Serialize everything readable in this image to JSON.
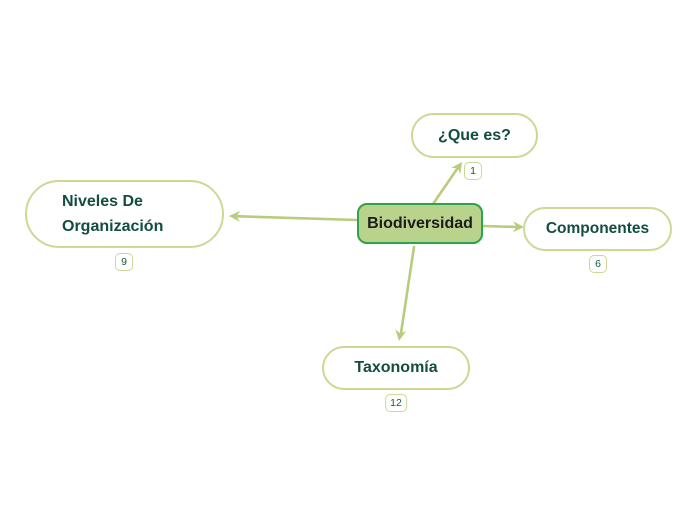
{
  "mindmap": {
    "central": {
      "label": "Biodiversidad"
    },
    "branches": [
      {
        "id": "que-es",
        "label": "¿Que es?",
        "badge": "1"
      },
      {
        "id": "niveles",
        "label": "Niveles De Organización",
        "badge": "9"
      },
      {
        "id": "componentes",
        "label": "Componentes",
        "badge": "6"
      },
      {
        "id": "taxonomia",
        "label": "Taxonomía",
        "badge": "12"
      }
    ]
  },
  "colors": {
    "central_fill": "#b9d28c",
    "central_border": "#2ca34c",
    "central_text": "#1c1c1c",
    "node_fill": "#ffffff",
    "node_border": "#cbd995",
    "node_text": "#124d40",
    "badge_text": "#14584a",
    "link": "#b8cc7d"
  }
}
